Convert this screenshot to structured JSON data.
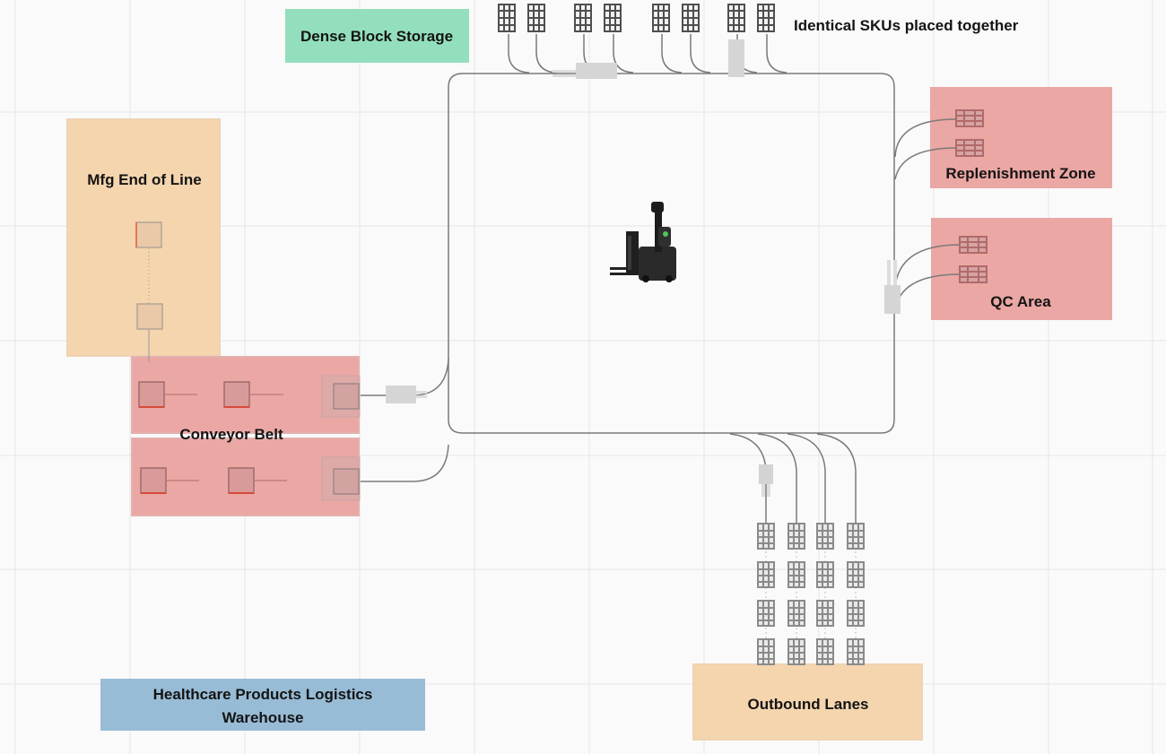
{
  "diagram": {
    "title": "Healthcare Products Logistics Warehouse",
    "title_lines": [
      "Healthcare Products Logistics",
      "Warehouse"
    ],
    "zones": {
      "dense_block_storage": "Dense Block Storage",
      "identical_skus": "Identical SKUs placed together",
      "mfg_end_of_line": "Mfg End of Line",
      "conveyor_belt": "Conveyor Belt",
      "replenishment_zone": "Replenishment Zone",
      "qc_area": "QC Area",
      "outbound_lanes": "Outbound Lanes"
    },
    "colors": {
      "green_zone": "#93dfbd",
      "peach_zone": "#f4d5ae",
      "red_zone": "#eba7a4",
      "blue_zone": "#98bcd6",
      "pallet_dark": "#4f4f4f",
      "pallet_grey": "#8a8a8a",
      "path_line": "#7a7a7a",
      "grid_line": "#e6e6e6"
    },
    "icons": [
      "pallet-icon",
      "box-icon",
      "forklift-robot-icon",
      "vehicle-icon"
    ]
  }
}
